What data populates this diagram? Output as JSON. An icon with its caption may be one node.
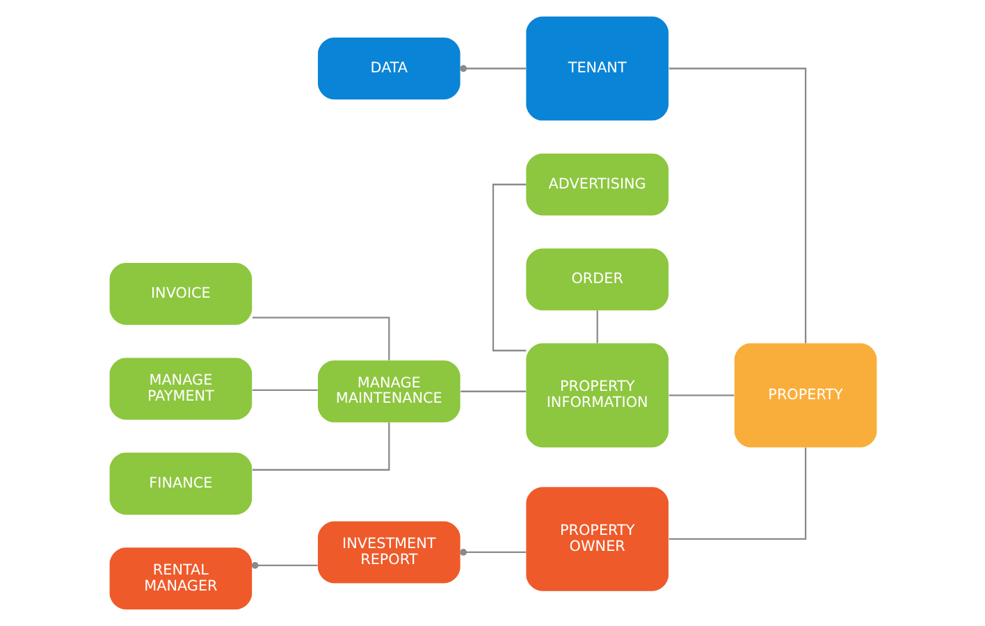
{
  "diagram": {
    "nodes": [
      {
        "text": [
          "DATA"
        ]
      },
      {
        "text": [
          "TENANT"
        ]
      },
      {
        "text": [
          "INVOICE"
        ]
      },
      {
        "text": [
          "ADVERTISING"
        ]
      },
      {
        "text": [
          "MANAGE PAYMENT"
        ]
      },
      {
        "text": [
          "MANAGE MAINTENANCE"
        ]
      },
      {
        "text": [
          "PROPERTY INFORMATION"
        ]
      },
      {
        "text": [
          "PROPERTY"
        ]
      },
      {
        "text": [
          "FINANCE"
        ]
      },
      {
        "text": [
          "ORDER"
        ]
      },
      {
        "text": [
          "RENTAL MANAGER"
        ]
      },
      {
        "text": [
          "INVESTMENT REPORT"
        ]
      },
      {
        "text": [
          "PROPERTY OWNER"
        ]
      }
    ],
    "edges": [
      {
        "from": 0,
        "to": 1,
        "arrow": "other"
      },
      {
        "from": 1,
        "to": 7,
        "arrow": "none"
      },
      {
        "from": 2,
        "to": 5,
        "arrow": "none"
      },
      {
        "from": 4,
        "to": 5,
        "arrow": "none"
      },
      {
        "from": 8,
        "to": 5,
        "arrow": "none"
      },
      {
        "from": 3,
        "to": 6,
        "arrow": "none"
      },
      {
        "from": 5,
        "to": 6,
        "arrow": "none"
      },
      {
        "from": 9,
        "to": 6,
        "arrow": "none"
      },
      {
        "from": 6,
        "to": 7,
        "arrow": "none"
      },
      {
        "from": 12,
        "to": 7,
        "arrow": "none"
      },
      {
        "from": 10,
        "to": 11,
        "arrow": "other"
      },
      {
        "from": 11,
        "to": 12,
        "arrow": "other"
      }
    ]
  }
}
